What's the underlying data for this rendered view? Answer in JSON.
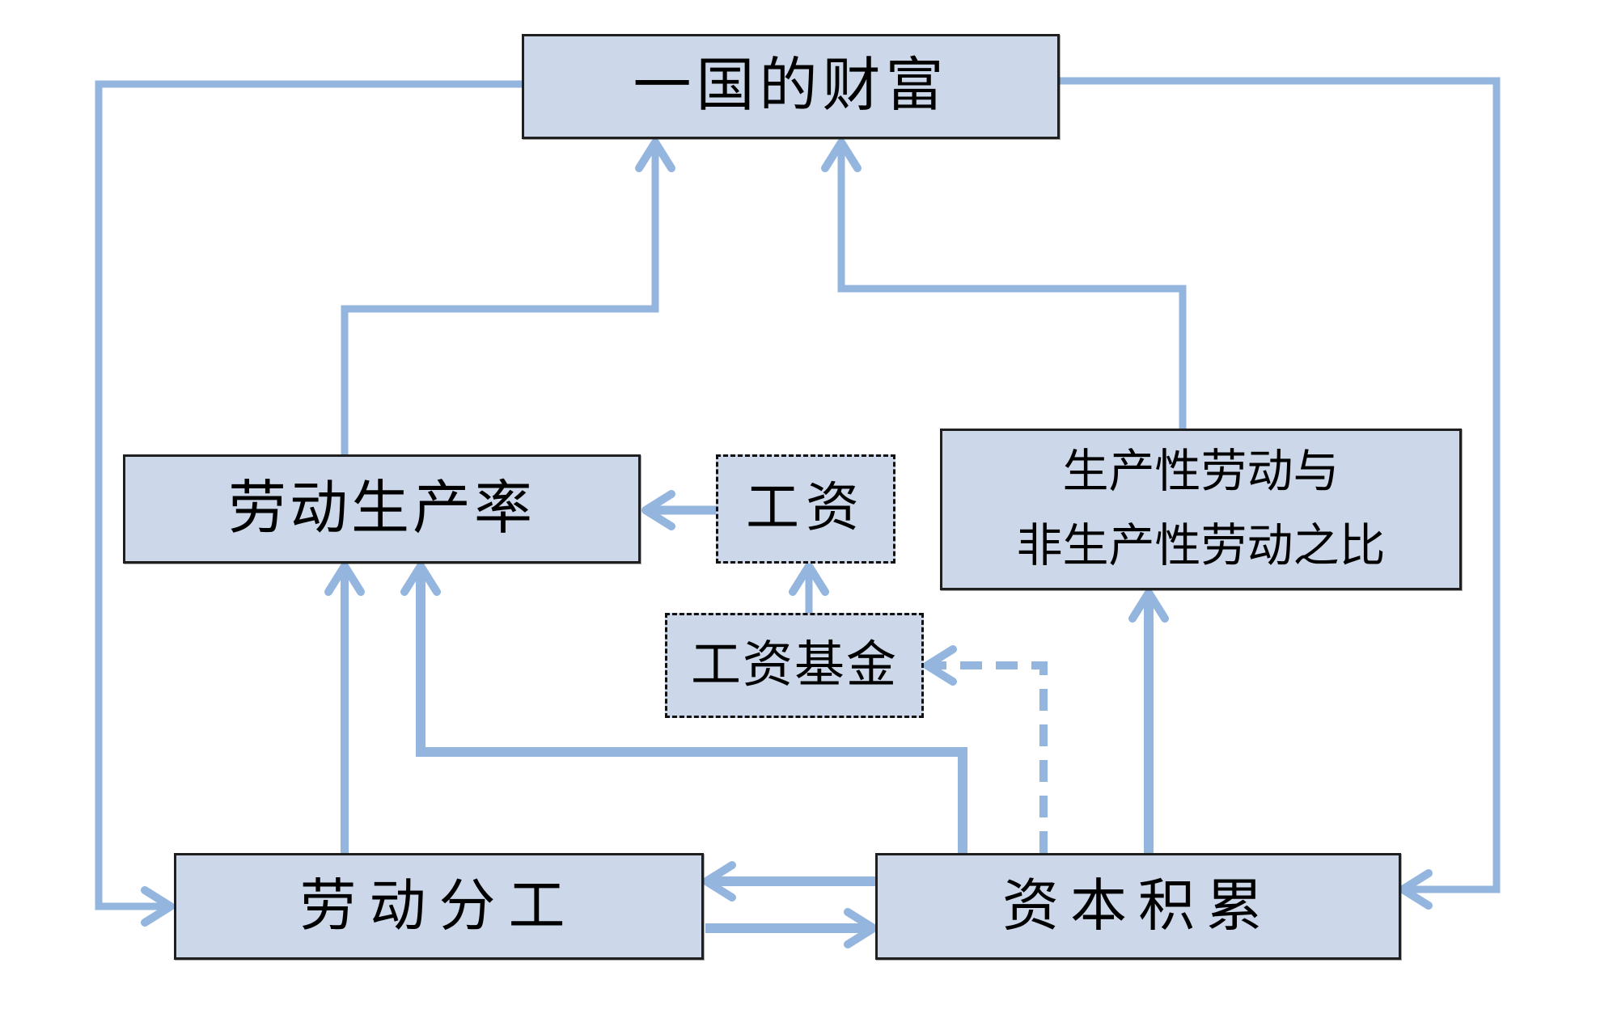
{
  "diagram": {
    "background": "#ffffff",
    "colors": {
      "line": "#93b5de",
      "box_fill": "#ccd8e9",
      "box_border": "#1f1f1f",
      "text": "#000000"
    },
    "nodes": {
      "wealth": {
        "label": "一国的财富",
        "border": "solid"
      },
      "productivity": {
        "label": "劳动生产率",
        "border": "solid"
      },
      "wage": {
        "label": "工资",
        "border": "dashed"
      },
      "ratio": {
        "label_line1": "生产性劳动与",
        "label_line2": "非生产性劳动之比",
        "border": "solid"
      },
      "wage_fund": {
        "label": "工资基金",
        "border": "dashed"
      },
      "division": {
        "label": "劳动分工",
        "border": "solid"
      },
      "capital": {
        "label": "资本积累",
        "border": "solid"
      }
    },
    "edges": [
      {
        "from": "productivity",
        "to": "wealth",
        "style": "solid"
      },
      {
        "from": "ratio",
        "to": "wealth",
        "style": "solid"
      },
      {
        "from": "wealth",
        "to": "division",
        "style": "solid"
      },
      {
        "from": "wealth",
        "to": "capital",
        "style": "solid"
      },
      {
        "from": "wage",
        "to": "productivity",
        "style": "solid"
      },
      {
        "from": "wage_fund",
        "to": "wage",
        "style": "solid"
      },
      {
        "from": "division",
        "to": "productivity",
        "style": "solid"
      },
      {
        "from": "capital",
        "to": "productivity",
        "style": "solid"
      },
      {
        "from": "capital",
        "to": "ratio",
        "style": "solid"
      },
      {
        "from": "capital",
        "to": "division",
        "style": "solid"
      },
      {
        "from": "division",
        "to": "capital",
        "style": "solid"
      },
      {
        "from": "capital",
        "to": "wage_fund",
        "style": "dashed"
      }
    ]
  }
}
